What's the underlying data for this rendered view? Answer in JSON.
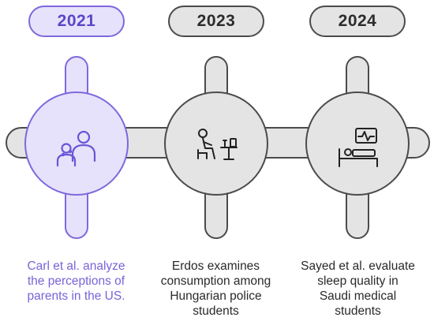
{
  "theme": {
    "accent_fill": "#e7e2fb",
    "accent_stroke": "#7f68dc",
    "accent_text": "#5b45c9",
    "neutral_fill": "#e4e4e4",
    "neutral_stroke": "#4b4b4b"
  },
  "timeline": {
    "milestones": [
      {
        "year": "2021",
        "icon": "people-icon",
        "active": true,
        "description": [
          "Carl et al. analyze",
          "the perceptions of",
          "parents in the US."
        ]
      },
      {
        "year": "2023",
        "icon": "person-at-desk-icon",
        "active": false,
        "description": [
          "Erdos examines",
          "consumption among",
          "Hungarian police",
          "students"
        ]
      },
      {
        "year": "2024",
        "icon": "hospital-bed-monitor-icon",
        "active": false,
        "description": [
          "Sayed et al. evaluate",
          "sleep quality in",
          "Saudi medical",
          "students"
        ]
      }
    ]
  }
}
